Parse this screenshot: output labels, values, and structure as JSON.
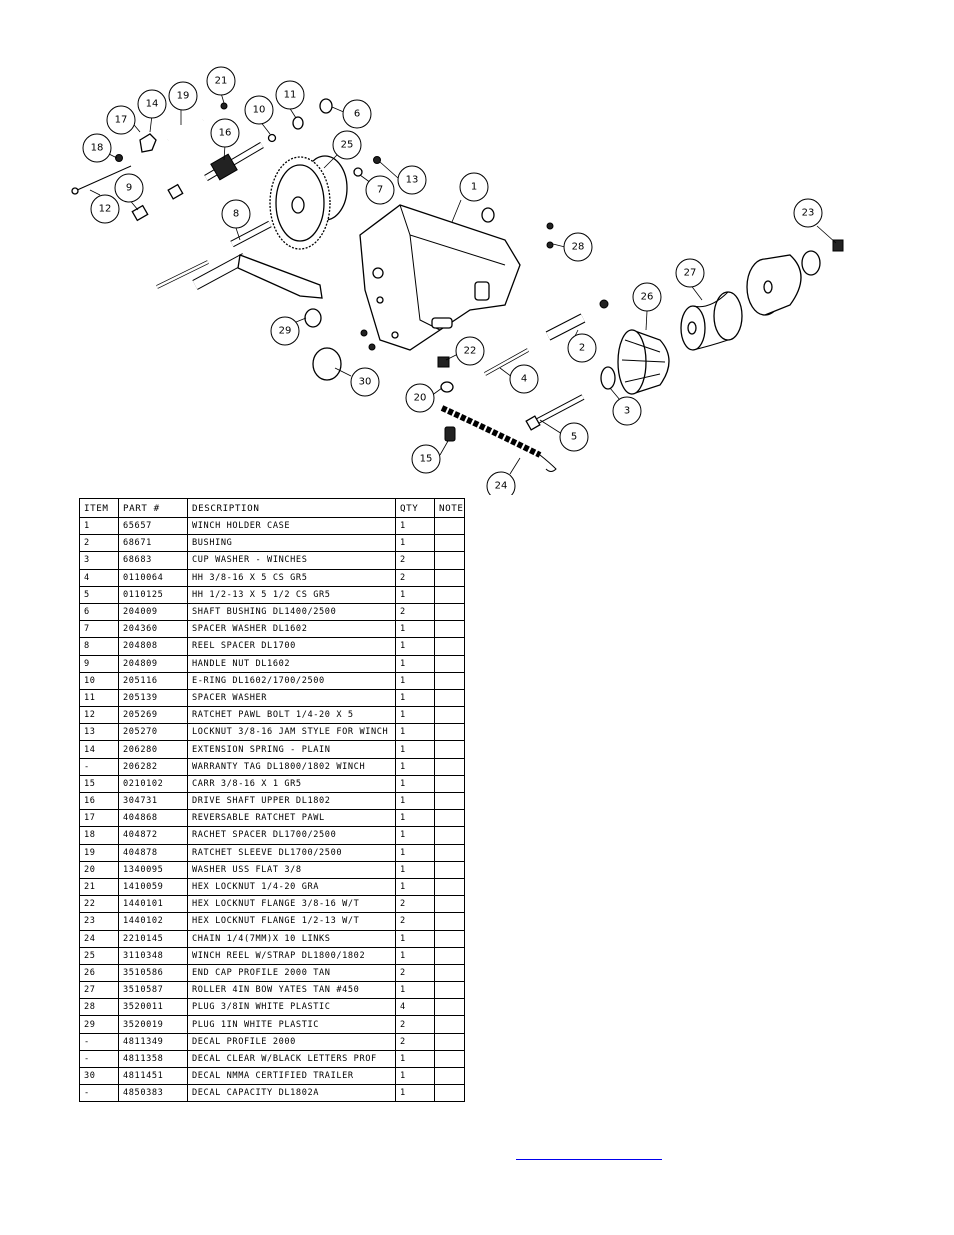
{
  "diagram": {
    "callouts": [
      "1",
      "2",
      "3",
      "4",
      "5",
      "6",
      "7",
      "8",
      "9",
      "10",
      "11",
      "12",
      "13",
      "14",
      "15",
      "16",
      "17",
      "18",
      "19",
      "20",
      "21",
      "22",
      "23",
      "24",
      "25",
      "26",
      "27",
      "28",
      "29",
      "30"
    ]
  },
  "table": {
    "headers": [
      "ITEM",
      "PART #",
      "DESCRIPTION",
      "QTY",
      "NOTE"
    ],
    "rows": [
      [
        "1",
        "65657",
        "WINCH HOLDER CASE",
        "1",
        ""
      ],
      [
        "2",
        "68671",
        "BUSHING",
        "1",
        ""
      ],
      [
        "3",
        "68683",
        "CUP WASHER - WINCHES",
        "2",
        ""
      ],
      [
        "4",
        "0110064",
        "HH 3/8-16 X 5 CS GR5",
        "2",
        ""
      ],
      [
        "5",
        "0110125",
        "HH 1/2-13 X 5 1/2 CS GR5",
        "1",
        ""
      ],
      [
        "6",
        "204009",
        "SHAFT BUSHING  DL1400/2500",
        "2",
        ""
      ],
      [
        "7",
        "204360",
        "SPACER WASHER  DL1602",
        "1",
        ""
      ],
      [
        "8",
        "204808",
        "REEL SPACER  DL1700",
        "1",
        ""
      ],
      [
        "9",
        "204809",
        "HANDLE NUT  DL1602",
        "1",
        ""
      ],
      [
        "10",
        "205116",
        "E-RING DL1602/1700/2500",
        "1",
        ""
      ],
      [
        "11",
        "205139",
        "SPACER WASHER",
        "1",
        ""
      ],
      [
        "12",
        "205269",
        "RATCHET PAWL BOLT 1/4-20 X 5",
        "1",
        ""
      ],
      [
        "13",
        "205270",
        "LOCKNUT 3/8-16 JAM STYLE FOR WINCH",
        "1",
        ""
      ],
      [
        "14",
        "206280",
        "EXTENSION SPRING - PLAIN",
        "1",
        ""
      ],
      [
        "-",
        "206282",
        "WARRANTY TAG DL1800/1802 WINCH",
        "1",
        ""
      ],
      [
        "15",
        "0210102",
        "CARR 3/8-16 X 1 GR5",
        "1",
        ""
      ],
      [
        "16",
        "304731",
        "DRIVE SHAFT UPPER  DL1802",
        "1",
        ""
      ],
      [
        "17",
        "404868",
        "REVERSABLE RATCHET PAWL",
        "1",
        ""
      ],
      [
        "18",
        "404872",
        "RACHET SPACER  DL1700/2500",
        "1",
        ""
      ],
      [
        "19",
        "404878",
        "RATCHET SLEEVE  DL1700/2500",
        "1",
        ""
      ],
      [
        "20",
        "1340095",
        "WASHER USS FLAT 3/8",
        "1",
        ""
      ],
      [
        "21",
        "1410059",
        "HEX LOCKNUT 1/4-20 GRA",
        "1",
        ""
      ],
      [
        "22",
        "1440101",
        "HEX LOCKNUT FLANGE 3/8-16 W/T",
        "2",
        ""
      ],
      [
        "23",
        "1440102",
        "HEX LOCKNUT FLANGE 1/2-13 W/T",
        "2",
        ""
      ],
      [
        "24",
        "2210145",
        "CHAIN 1/4(7MM)X 10 LINKS",
        "1",
        ""
      ],
      [
        "25",
        "3110348",
        "WINCH REEL W/STRAP  DL1800/1802",
        "1",
        ""
      ],
      [
        "26",
        "3510586",
        "END CAP PROFILE 2000 TAN",
        "2",
        ""
      ],
      [
        "27",
        "3510587",
        "ROLLER 4IN BOW YATES TAN #450",
        "1",
        ""
      ],
      [
        "28",
        "3520011",
        "PLUG  3/8IN WHITE PLASTIC",
        "4",
        ""
      ],
      [
        "29",
        "3520019",
        "PLUG  1IN WHITE PLASTIC",
        "2",
        ""
      ],
      [
        "-",
        "4811349",
        "DECAL PROFILE 2000",
        "2",
        ""
      ],
      [
        "-",
        "4811358",
        "DECAL CLEAR W/BLACK LETTERS PROF",
        "1",
        ""
      ],
      [
        "30",
        "4811451",
        "DECAL NMMA CERTIFIED TRAILER",
        "1",
        ""
      ],
      [
        "-",
        "4850383",
        "DECAL CAPACITY DL1802A",
        "1",
        ""
      ]
    ]
  }
}
